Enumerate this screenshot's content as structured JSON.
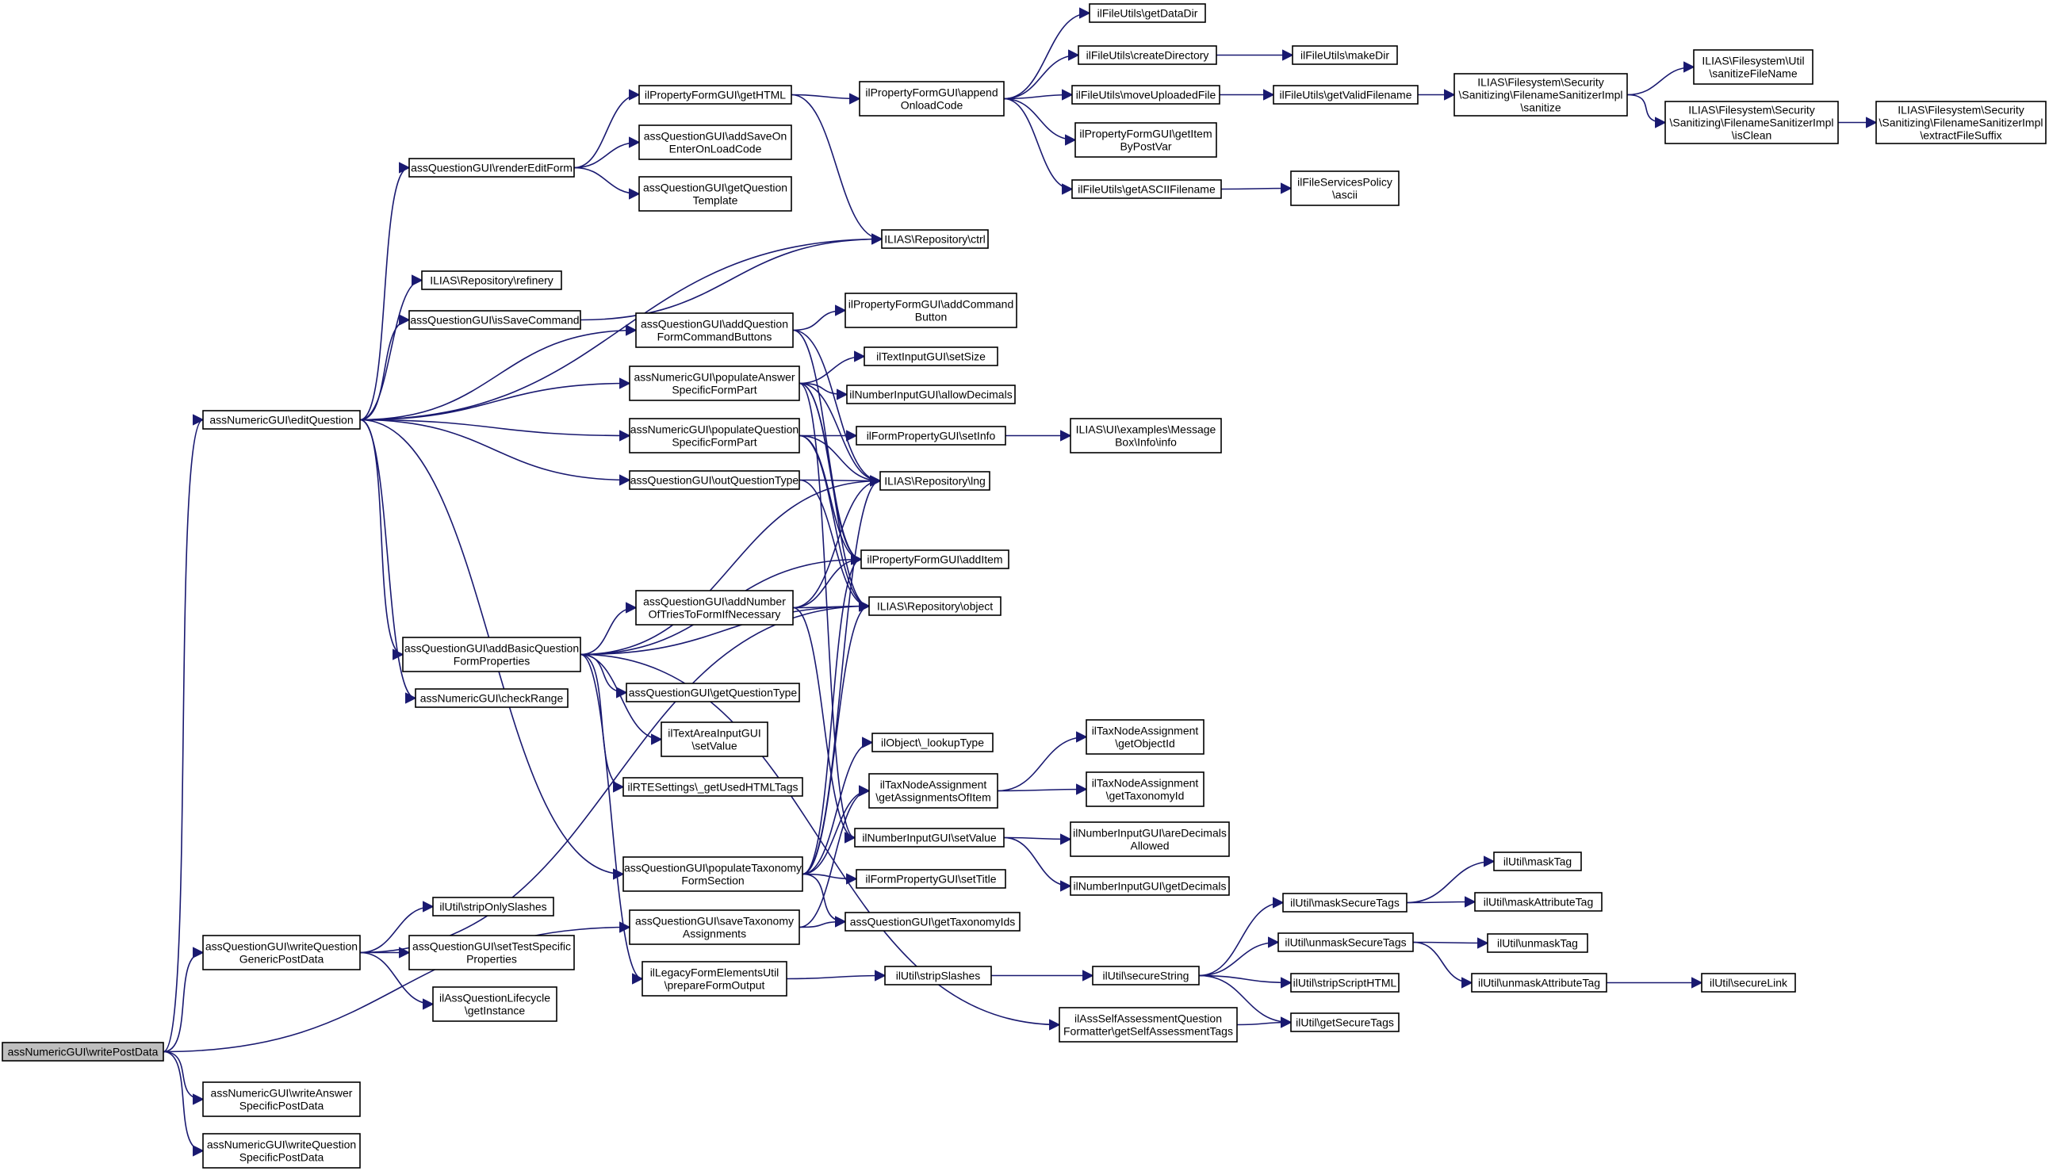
{
  "diagram": {
    "nodes": [
      {
        "id": "root",
        "lines": [
          "assNumericGUI\\writePostData"
        ]
      },
      {
        "id": "editQuestion",
        "lines": [
          "assNumericGUI\\editQuestion"
        ]
      },
      {
        "id": "writeQuestionGenericPostData",
        "lines": [
          "assQuestionGUI\\writeQuestion",
          "GenericPostData"
        ]
      },
      {
        "id": "writeAnswerSpecificPostData",
        "lines": [
          "assNumericGUI\\writeAnswer",
          "SpecificPostData"
        ]
      },
      {
        "id": "writeQuestionSpecificPostData",
        "lines": [
          "assNumericGUI\\writeQuestion",
          "SpecificPostData"
        ]
      },
      {
        "id": "renderEditForm",
        "lines": [
          "assQuestionGUI\\renderEditForm"
        ]
      },
      {
        "id": "refinery",
        "lines": [
          "ILIAS\\Repository\\refinery"
        ]
      },
      {
        "id": "isSaveCommand",
        "lines": [
          "assQuestionGUI\\isSaveCommand"
        ]
      },
      {
        "id": "addBasicQuestionFormProperties",
        "lines": [
          "assQuestionGUI\\addBasicQuestion",
          "FormProperties"
        ]
      },
      {
        "id": "checkRange",
        "lines": [
          "assNumericGUI\\checkRange"
        ]
      },
      {
        "id": "stripOnlySlashes",
        "lines": [
          "ilUtil\\stripOnlySlashes"
        ]
      },
      {
        "id": "setTestSpecificProperties",
        "lines": [
          "assQuestionGUI\\setTestSpecific",
          "Properties"
        ]
      },
      {
        "id": "lifecycleGetInstance",
        "lines": [
          "ilAssQuestionLifecycle",
          "\\getInstance"
        ]
      },
      {
        "id": "getHTML",
        "lines": [
          "ilPropertyFormGUI\\getHTML"
        ]
      },
      {
        "id": "addSaveOnEnterOnLoadCode",
        "lines": [
          "assQuestionGUI\\addSaveOn",
          "EnterOnLoadCode"
        ]
      },
      {
        "id": "getQuestionTemplate",
        "lines": [
          "assQuestionGUI\\getQuestion",
          "Template"
        ]
      },
      {
        "id": "addQuestionFormCommandButtons",
        "lines": [
          "assQuestionGUI\\addQuestion",
          "FormCommandButtons"
        ]
      },
      {
        "id": "populateAnswerSpecificFormPart",
        "lines": [
          "assNumericGUI\\populateAnswer",
          "SpecificFormPart"
        ]
      },
      {
        "id": "populateQuestionSpecificFormPart",
        "lines": [
          "assNumericGUI\\populateQuestion",
          "SpecificFormPart"
        ]
      },
      {
        "id": "outQuestionType",
        "lines": [
          "assQuestionGUI\\outQuestionType"
        ]
      },
      {
        "id": "addNumberOfTriesToFormIfNecessary",
        "lines": [
          "assQuestionGUI\\addNumber",
          "OfTriesToFormIfNecessary"
        ]
      },
      {
        "id": "getQuestionType",
        "lines": [
          "assQuestionGUI\\getQuestionType"
        ]
      },
      {
        "id": "textAreaSetValue",
        "lines": [
          "ilTextAreaInputGUI",
          "\\setValue"
        ]
      },
      {
        "id": "getUsedHTMLTags",
        "lines": [
          "ilRTESettings\\_getUsedHTMLTags"
        ]
      },
      {
        "id": "populateTaxonomyFormSection",
        "lines": [
          "assQuestionGUI\\populateTaxonomy",
          "FormSection"
        ]
      },
      {
        "id": "saveTaxonomyAssignments",
        "lines": [
          "assQuestionGUI\\saveTaxonomy",
          "Assignments"
        ]
      },
      {
        "id": "prepareFormOutput",
        "lines": [
          "ilLegacyFormElementsUtil",
          "\\prepareFormOutput"
        ]
      },
      {
        "id": "appendOnloadCode",
        "lines": [
          "ilPropertyFormGUI\\append",
          "OnloadCode"
        ]
      },
      {
        "id": "ctrl",
        "lines": [
          "ILIAS\\Repository\\ctrl"
        ]
      },
      {
        "id": "addCommandButton",
        "lines": [
          "ilPropertyFormGUI\\addCommand",
          "Button"
        ]
      },
      {
        "id": "setSize",
        "lines": [
          "ilTextInputGUI\\setSize"
        ]
      },
      {
        "id": "allowDecimals",
        "lines": [
          "ilNumberInputGUI\\allowDecimals"
        ]
      },
      {
        "id": "setInfo",
        "lines": [
          "ilFormPropertyGUI\\setInfo"
        ]
      },
      {
        "id": "lng",
        "lines": [
          "ILIAS\\Repository\\lng"
        ]
      },
      {
        "id": "addItem",
        "lines": [
          "ilPropertyFormGUI\\addItem"
        ]
      },
      {
        "id": "object",
        "lines": [
          "ILIAS\\Repository\\object"
        ]
      },
      {
        "id": "lookupType",
        "lines": [
          "ilObject\\_lookupType"
        ]
      },
      {
        "id": "getAssignmentsOfItem",
        "lines": [
          "ilTaxNodeAssignment",
          "\\getAssignmentsOfItem"
        ]
      },
      {
        "id": "numberSetValue",
        "lines": [
          "ilNumberInputGUI\\setValue"
        ]
      },
      {
        "id": "setTitle",
        "lines": [
          "ilFormPropertyGUI\\setTitle"
        ]
      },
      {
        "id": "getTaxonomyIds",
        "lines": [
          "assQuestionGUI\\getTaxonomyIds"
        ]
      },
      {
        "id": "stripSlashes",
        "lines": [
          "ilUtil\\stripSlashes"
        ]
      },
      {
        "id": "getSelfAssessmentTags",
        "lines": [
          "ilAssSelfAssessmentQuestion",
          "Formatter\\getSelfAssessmentTags"
        ]
      },
      {
        "id": "getDataDir",
        "lines": [
          "ilFileUtils\\getDataDir"
        ]
      },
      {
        "id": "createDirectory",
        "lines": [
          "ilFileUtils\\createDirectory"
        ]
      },
      {
        "id": "moveUploadedFile",
        "lines": [
          "ilFileUtils\\moveUploadedFile"
        ]
      },
      {
        "id": "getItemByPostVar",
        "lines": [
          "ilPropertyFormGUI\\getItem",
          "ByPostVar"
        ]
      },
      {
        "id": "getASCIIFilename",
        "lines": [
          "ilFileUtils\\getASCIIFilename"
        ]
      },
      {
        "id": "messageBoxInfo",
        "lines": [
          "ILIAS\\UI\\examples\\Message",
          "Box\\Info\\info"
        ]
      },
      {
        "id": "getObjectId",
        "lines": [
          "ilTaxNodeAssignment",
          "\\getObjectId"
        ]
      },
      {
        "id": "getTaxonomyId",
        "lines": [
          "ilTaxNodeAssignment",
          "\\getTaxonomyId"
        ]
      },
      {
        "id": "areDecimalsAllowed",
        "lines": [
          "ilNumberInputGUI\\areDecimals",
          "Allowed"
        ]
      },
      {
        "id": "getDecimals",
        "lines": [
          "ilNumberInputGUI\\getDecimals"
        ]
      },
      {
        "id": "secureString",
        "lines": [
          "ilUtil\\secureString"
        ]
      },
      {
        "id": "makeDir",
        "lines": [
          "ilFileUtils\\makeDir"
        ]
      },
      {
        "id": "getValidFilename",
        "lines": [
          "ilFileUtils\\getValidFilename"
        ]
      },
      {
        "id": "ascii",
        "lines": [
          "ilFileServicesPolicy",
          "\\ascii"
        ]
      },
      {
        "id": "maskSecureTags",
        "lines": [
          "ilUtil\\maskSecureTags"
        ]
      },
      {
        "id": "unmaskSecureTags",
        "lines": [
          "ilUtil\\unmaskSecureTags"
        ]
      },
      {
        "id": "stripScriptHTML",
        "lines": [
          "ilUtil\\stripScriptHTML"
        ]
      },
      {
        "id": "getSecureTags",
        "lines": [
          "ilUtil\\getSecureTags"
        ]
      },
      {
        "id": "sanitize",
        "lines": [
          "ILIAS\\Filesystem\\Security",
          "\\Sanitizing\\FilenameSanitizerImpl",
          "\\sanitize"
        ]
      },
      {
        "id": "maskTag",
        "lines": [
          "ilUtil\\maskTag"
        ]
      },
      {
        "id": "maskAttributeTag",
        "lines": [
          "ilUtil\\maskAttributeTag"
        ]
      },
      {
        "id": "unmaskTag",
        "lines": [
          "ilUtil\\unmaskTag"
        ]
      },
      {
        "id": "unmaskAttributeTag",
        "lines": [
          "ilUtil\\unmaskAttributeTag"
        ]
      },
      {
        "id": "sanitizeFileName",
        "lines": [
          "ILIAS\\Filesystem\\Util",
          "\\sanitizeFileName"
        ]
      },
      {
        "id": "isClean",
        "lines": [
          "ILIAS\\Filesystem\\Security",
          "\\Sanitizing\\FilenameSanitizerImpl",
          "\\isClean"
        ]
      },
      {
        "id": "secureLink",
        "lines": [
          "ilUtil\\secureLink"
        ]
      },
      {
        "id": "extractFileSuffix",
        "lines": [
          "ILIAS\\Filesystem\\Security",
          "\\Sanitizing\\FilenameSanitizerImpl",
          "\\extractFileSuffix"
        ]
      }
    ],
    "edges": [
      [
        "root",
        "editQuestion"
      ],
      [
        "root",
        "writeQuestionGenericPostData"
      ],
      [
        "root",
        "writeAnswerSpecificPostData"
      ],
      [
        "root",
        "writeQuestionSpecificPostData"
      ],
      [
        "root",
        "saveTaxonomyAssignments"
      ],
      [
        "editQuestion",
        "renderEditForm"
      ],
      [
        "editQuestion",
        "ctrl"
      ],
      [
        "editQuestion",
        "refinery"
      ],
      [
        "editQuestion",
        "isSaveCommand"
      ],
      [
        "editQuestion",
        "addQuestionFormCommandButtons"
      ],
      [
        "editQuestion",
        "populateAnswerSpecificFormPart"
      ],
      [
        "editQuestion",
        "populateQuestionSpecificFormPart"
      ],
      [
        "editQuestion",
        "outQuestionType"
      ],
      [
        "editQuestion",
        "addBasicQuestionFormProperties"
      ],
      [
        "editQuestion",
        "checkRange"
      ],
      [
        "editQuestion",
        "populateTaxonomyFormSection"
      ],
      [
        "renderEditForm",
        "getHTML"
      ],
      [
        "renderEditForm",
        "addSaveOnEnterOnLoadCode"
      ],
      [
        "renderEditForm",
        "getQuestionTemplate"
      ],
      [
        "getHTML",
        "appendOnloadCode"
      ],
      [
        "getHTML",
        "ctrl"
      ],
      [
        "appendOnloadCode",
        "getDataDir"
      ],
      [
        "appendOnloadCode",
        "createDirectory"
      ],
      [
        "appendOnloadCode",
        "moveUploadedFile"
      ],
      [
        "appendOnloadCode",
        "getItemByPostVar"
      ],
      [
        "appendOnloadCode",
        "getASCIIFilename"
      ],
      [
        "createDirectory",
        "makeDir"
      ],
      [
        "moveUploadedFile",
        "getValidFilename"
      ],
      [
        "getValidFilename",
        "sanitize"
      ],
      [
        "sanitize",
        "sanitizeFileName"
      ],
      [
        "sanitize",
        "isClean"
      ],
      [
        "isClean",
        "extractFileSuffix"
      ],
      [
        "getASCIIFilename",
        "ascii"
      ],
      [
        "isSaveCommand",
        "ctrl"
      ],
      [
        "addQuestionFormCommandButtons",
        "addCommandButton"
      ],
      [
        "addQuestionFormCommandButtons",
        "lng"
      ],
      [
        "addQuestionFormCommandButtons",
        "addItem"
      ],
      [
        "populateAnswerSpecificFormPart",
        "setSize"
      ],
      [
        "populateAnswerSpecificFormPart",
        "allowDecimals"
      ],
      [
        "populateAnswerSpecificFormPart",
        "lng"
      ],
      [
        "populateAnswerSpecificFormPart",
        "addItem"
      ],
      [
        "populateAnswerSpecificFormPart",
        "object"
      ],
      [
        "populateAnswerSpecificFormPart",
        "numberSetValue"
      ],
      [
        "populateQuestionSpecificFormPart",
        "setInfo"
      ],
      [
        "populateQuestionSpecificFormPart",
        "lng"
      ],
      [
        "populateQuestionSpecificFormPart",
        "addItem"
      ],
      [
        "populateQuestionSpecificFormPart",
        "object"
      ],
      [
        "setInfo",
        "messageBoxInfo"
      ],
      [
        "outQuestionType",
        "lng"
      ],
      [
        "outQuestionType",
        "object"
      ],
      [
        "addBasicQuestionFormProperties",
        "lng"
      ],
      [
        "addBasicQuestionFormProperties",
        "addNumberOfTriesToFormIfNecessary"
      ],
      [
        "addBasicQuestionFormProperties",
        "object"
      ],
      [
        "addBasicQuestionFormProperties",
        "getQuestionType"
      ],
      [
        "addBasicQuestionFormProperties",
        "textAreaSetValue"
      ],
      [
        "addBasicQuestionFormProperties",
        "getUsedHTMLTags"
      ],
      [
        "addBasicQuestionFormProperties",
        "prepareFormOutput"
      ],
      [
        "addBasicQuestionFormProperties",
        "getSelfAssessmentTags"
      ],
      [
        "addBasicQuestionFormProperties",
        "addItem"
      ],
      [
        "addNumberOfTriesToFormIfNecessary",
        "lng"
      ],
      [
        "addNumberOfTriesToFormIfNecessary",
        "addItem"
      ],
      [
        "addNumberOfTriesToFormIfNecessary",
        "object"
      ],
      [
        "addNumberOfTriesToFormIfNecessary",
        "numberSetValue"
      ],
      [
        "populateTaxonomyFormSection",
        "lng"
      ],
      [
        "populateTaxonomyFormSection",
        "addItem"
      ],
      [
        "populateTaxonomyFormSection",
        "object"
      ],
      [
        "populateTaxonomyFormSection",
        "lookupType"
      ],
      [
        "populateTaxonomyFormSection",
        "getAssignmentsOfItem"
      ],
      [
        "populateTaxonomyFormSection",
        "setTitle"
      ],
      [
        "populateTaxonomyFormSection",
        "getTaxonomyIds"
      ],
      [
        "getAssignmentsOfItem",
        "getObjectId"
      ],
      [
        "getAssignmentsOfItem",
        "getTaxonomyId"
      ],
      [
        "numberSetValue",
        "areDecimalsAllowed"
      ],
      [
        "numberSetValue",
        "getDecimals"
      ],
      [
        "writeQuestionGenericPostData",
        "stripOnlySlashes"
      ],
      [
        "writeQuestionGenericPostData",
        "setTestSpecificProperties"
      ],
      [
        "writeQuestionGenericPostData",
        "lifecycleGetInstance"
      ],
      [
        "writeQuestionGenericPostData",
        "object"
      ],
      [
        "saveTaxonomyAssignments",
        "getTaxonomyIds"
      ],
      [
        "saveTaxonomyAssignments",
        "getAssignmentsOfItem"
      ],
      [
        "prepareFormOutput",
        "stripSlashes"
      ],
      [
        "stripSlashes",
        "secureString"
      ],
      [
        "secureString",
        "maskSecureTags"
      ],
      [
        "secureString",
        "unmaskSecureTags"
      ],
      [
        "secureString",
        "stripScriptHTML"
      ],
      [
        "secureString",
        "getSecureTags"
      ],
      [
        "maskSecureTags",
        "maskTag"
      ],
      [
        "maskSecureTags",
        "maskAttributeTag"
      ],
      [
        "unmaskSecureTags",
        "unmaskTag"
      ],
      [
        "unmaskSecureTags",
        "unmaskAttributeTag"
      ],
      [
        "unmaskAttributeTag",
        "secureLink"
      ],
      [
        "getSelfAssessmentTags",
        "getSecureTags"
      ]
    ]
  }
}
